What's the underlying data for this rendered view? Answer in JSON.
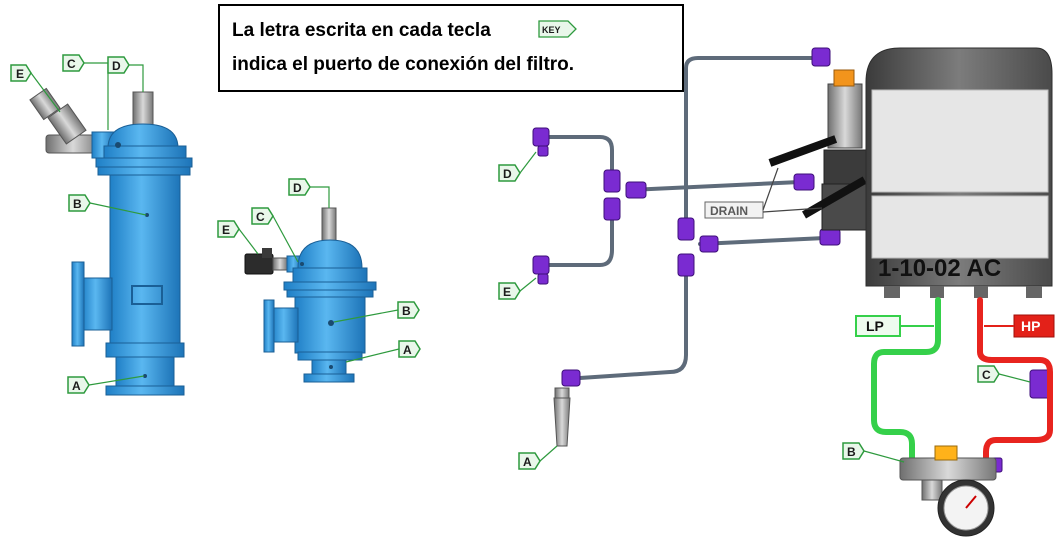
{
  "note": {
    "line1": "La letra escrita en cada tecla",
    "line2": "indica el puerto de conexión del filtro.",
    "key_badge": "KEY"
  },
  "filter_large_labels": {
    "E": "E",
    "C": "C",
    "D": "D",
    "B": "B",
    "A": "A"
  },
  "filter_small_labels": {
    "D": "D",
    "C": "C",
    "E": "E",
    "B": "B",
    "A": "A"
  },
  "piping_labels": {
    "D": "D",
    "E": "E",
    "A": "A",
    "drain": "DRAIN"
  },
  "controller": {
    "model": "1-10-02 AC"
  },
  "pressure_labels": {
    "LP": "LP",
    "HP": "HP",
    "C": "C",
    "B": "B"
  },
  "colors": {
    "tag_green": "#2e9a3e",
    "tag_fill": "#e9f7ea",
    "filter_blue": "#39a4e8",
    "connector_purple": "#7a2bd1",
    "tube_gray": "#5e6b7a",
    "line_green": "#35d04a",
    "line_red": "#e8241f",
    "hp_red": "#e32119",
    "box_dark": "#5a5a5a"
  }
}
